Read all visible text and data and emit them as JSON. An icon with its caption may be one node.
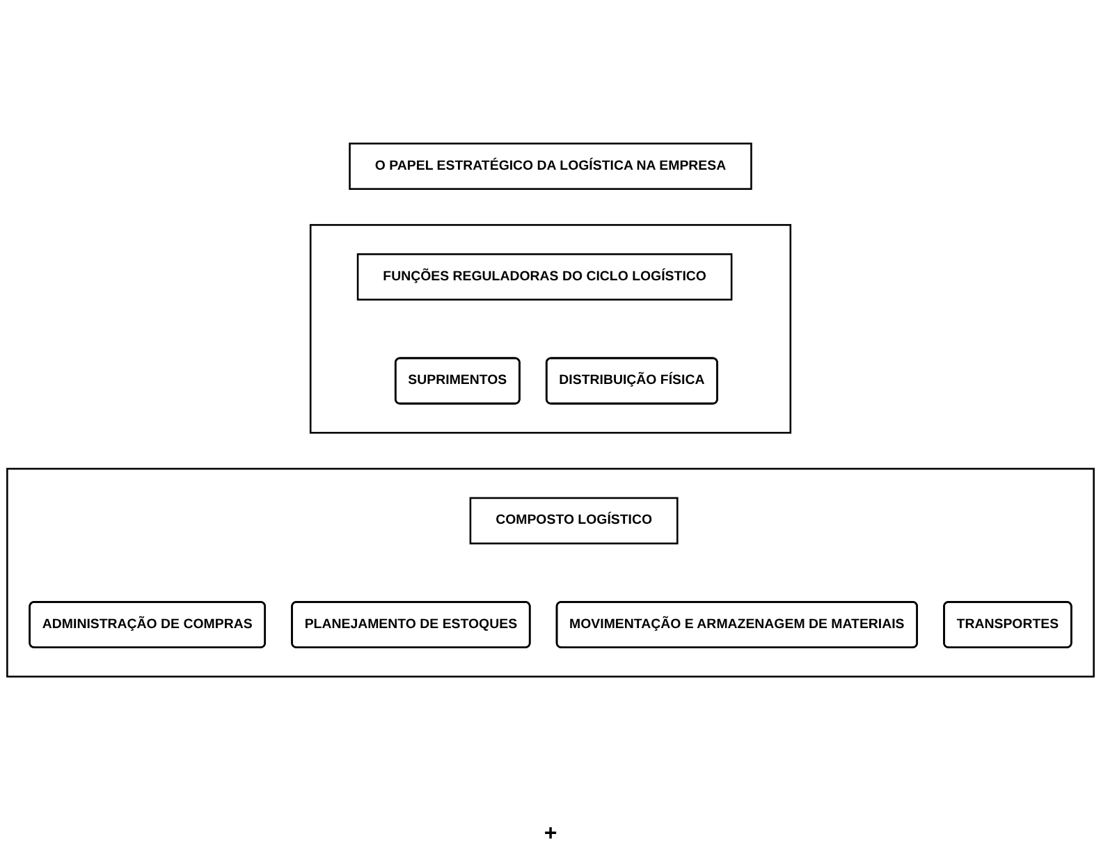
{
  "diagram": {
    "nodes": [
      {
        "text": [
          "O PAPEL ESTRATÉGICO DA LOGÍSTICA NA EMPRESA"
        ]
      },
      {
        "text": [],
        "shape": "box"
      },
      {
        "text": [
          "FUNÇÕES REGULADORAS DO CICLO LOGÍSTICO"
        ],
        "in": 1
      },
      {
        "text": [
          "SUPRIMENTOS"
        ],
        "in": 1
      },
      {
        "text": [
          "DISTRIBUIÇÃO FÍSICA"
        ],
        "in": 1
      },
      {
        "text": [],
        "shape": "box"
      },
      {
        "text": [
          "COMPOSTO LOGÍSTICO"
        ],
        "in": 5
      },
      {
        "text": [
          "ADMINISTRAÇÃO DE COMPRAS"
        ],
        "in": 5
      },
      {
        "text": [
          "PLANEJAMENTO DE ESTOQUES"
        ],
        "in": 5
      },
      {
        "text": [
          "MOVIMENTAÇÃO E ARMAZENAGEM DE MATERIAIS"
        ],
        "in": 5
      },
      {
        "text": [
          "TRANSPORTES"
        ],
        "in": 5
      }
    ],
    "labels": [
      "+"
    ]
  }
}
